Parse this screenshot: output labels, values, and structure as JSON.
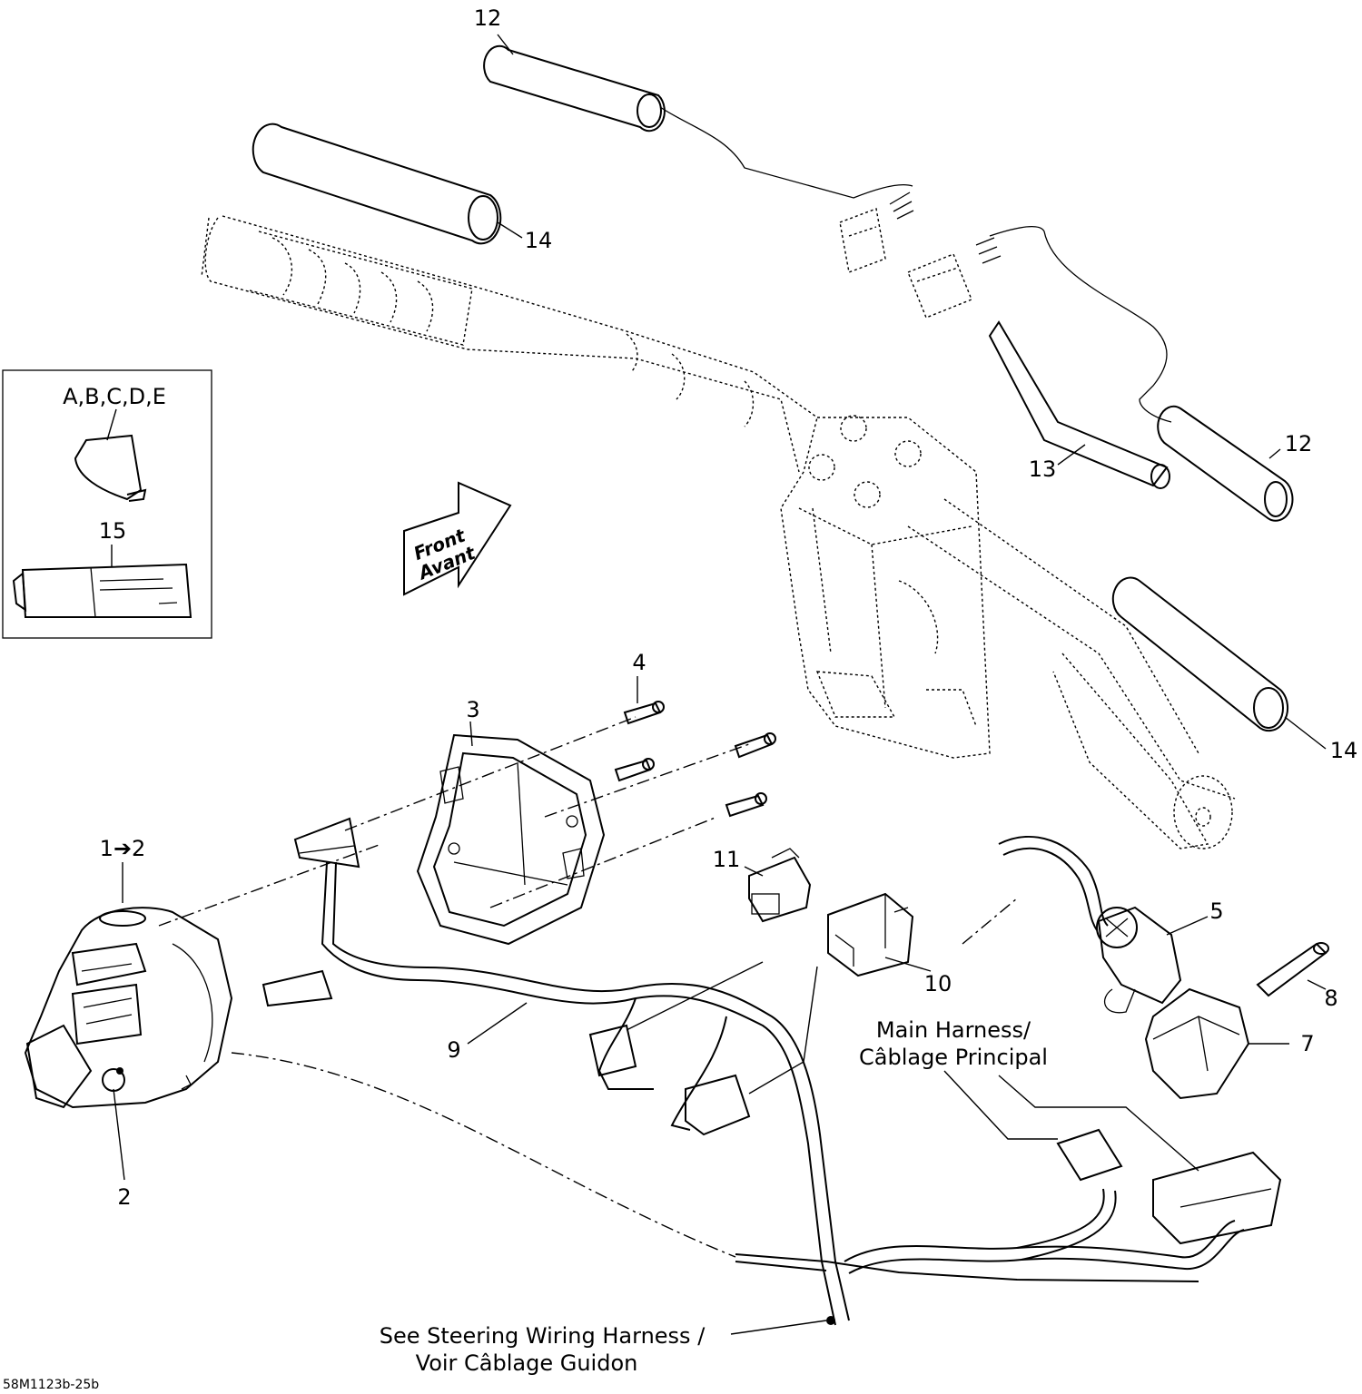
{
  "callouts": {
    "c12_top": "12",
    "c14_left": "14",
    "c12_right": "12",
    "c13": "13",
    "c14_right": "14",
    "c4": "4",
    "c3": "3",
    "c1to2": "1➔2",
    "c2": "2",
    "c11": "11",
    "c5": "5",
    "c10": "10",
    "c8": "8",
    "c9": "9",
    "c7": "7",
    "c15": "15"
  },
  "inset": {
    "label_top": "A,B,C,D,E",
    "label_tube": "15"
  },
  "front_arrow": {
    "line1": "Front",
    "line2": "Avant"
  },
  "main_harness": {
    "line1": "Main Harness/",
    "line2": "Câblage Principal"
  },
  "steering_note": {
    "line1": "See Steering Wiring Harness /",
    "line2": "Voir Câblage Guidon"
  },
  "doc_id": "58M1123b-25b"
}
